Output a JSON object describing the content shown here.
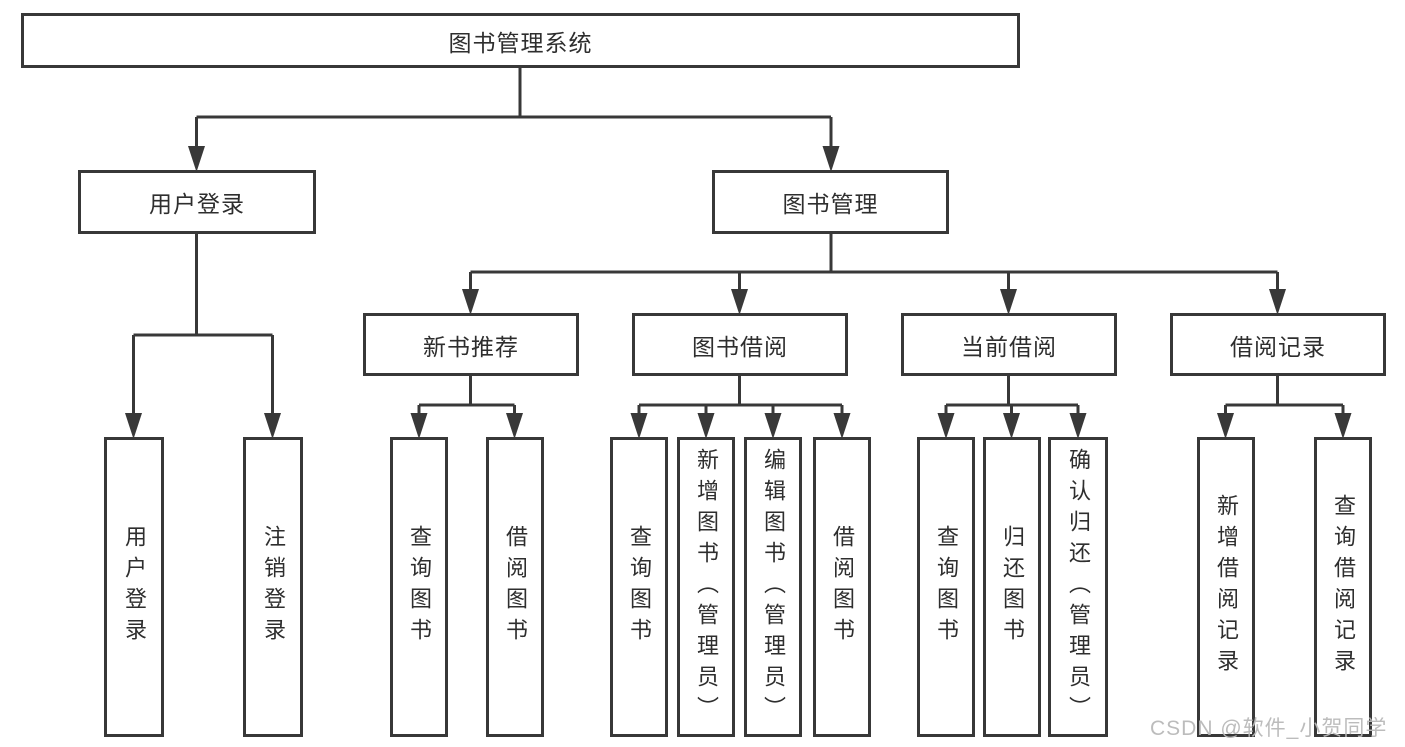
{
  "diagram": {
    "tree": {
      "label": "图书管理系统",
      "children": [
        {
          "label": "用户登录",
          "children": [
            {
              "label": "用户登录"
            },
            {
              "label": "注销登录"
            }
          ]
        },
        {
          "label": "图书管理",
          "children": [
            {
              "label": "新书推荐",
              "children": [
                {
                  "label": "查询图书"
                },
                {
                  "label": "借阅图书"
                }
              ]
            },
            {
              "label": "图书借阅",
              "children": [
                {
                  "label": "查询图书"
                },
                {
                  "label": "新增图书（管理员）"
                },
                {
                  "label": "编辑图书（管理员）"
                },
                {
                  "label": "借阅图书"
                }
              ]
            },
            {
              "label": "当前借阅",
              "children": [
                {
                  "label": "查询图书"
                },
                {
                  "label": "归还图书"
                },
                {
                  "label": "确认归还（管理员）"
                }
              ]
            },
            {
              "label": "借阅记录",
              "children": [
                {
                  "label": "新增借阅记录"
                },
                {
                  "label": "查询借阅记录"
                }
              ]
            }
          ]
        }
      ]
    }
  },
  "watermark": {
    "text": "CSDN @软件_小贺同学",
    "color": "#b8b8b8"
  },
  "colors": {
    "line": "#383838",
    "box_border": "#383838",
    "box_fill": "#ffffff",
    "text": "#2e2e2e",
    "background": "#ffffff"
  }
}
